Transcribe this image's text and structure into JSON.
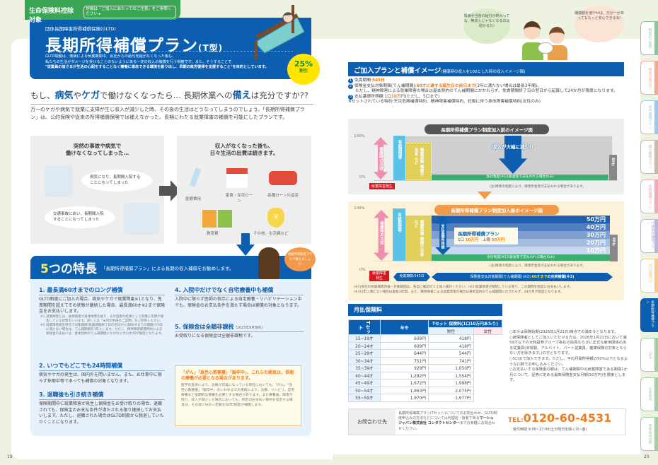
{
  "left": {
    "tag": {
      "label": "生命保険料控除対象",
      "note": "詳細は「ご加入にあたってのご注意」をご参照ください ▸"
    },
    "header": {
      "subtitle": "団体長期障害所得補償保険(GLTD)",
      "title": "長期所得補償プラン",
      "title_suffix": "(T型)",
      "desc1": "GLTD制度は、傷病による休業期間中、会社からの給与支給がなくなった後も、",
      "desc2": "私たちの生活がダメージを受けることのないようにある一定の収入の補償を行う制度です。また、そうすることで",
      "desc3": "\"従業員の皆さまが生活の心配をすることなく療養に専念できる環境を創り出し、早期の就労復帰を支援すること\"を目的としています。"
    },
    "badge": {
      "value": "25%",
      "label": "割引"
    },
    "headline": {
      "p1": "もし、",
      "k1": "病気",
      "p2": "や",
      "k2": "ケガ",
      "p3": "で働けなくなったら… 長期休業への",
      "k3": "備え",
      "p4": "は充分ですか??"
    },
    "intro": "万一のケガや病気で就業に支障が生じ収入が減少した時、その後の生活はどうなってしまうのでしょう。「長期所得補償プラン」は、公的保険や従来の所得補償保険では補えなかった、長期にわたる就業障害の補償を可能にしたプランです。",
    "box1": {
      "title1": "突然の事故や病気で",
      "title2": "働けなくなってしまった…",
      "bubble1": "病気になり、長期間入院することになってしまった",
      "bubble2": "交通事故にあい、長期間入院することになってしまった"
    },
    "box2": {
      "title1": "収入がなくなった後も、",
      "title2": "日々生活の出費は続きます。",
      "items": [
        "医療費用",
        "家賃・住宅ローン",
        "各種ローンの返済",
        "教育費",
        "その他、生活費など"
      ]
    },
    "features": {
      "big_num": "5",
      "big": "つの特長",
      "lead": "「長期所得補償プラン」による長期の収入補償をお勧めします。",
      "callout": "長期所得補償プランで備えましょう!",
      "f1": {
        "title": "1. 最長満60才までのロング補償",
        "text": "GLTD制度にご加入の場合、病気やケガで就業障害※1となり、免責期間を超えてその状態が継続した場合、最長満60才※2まで保険金をお支払いします。",
        "n1": "※1 就業障害とは、被保険者が身体障害を被り、その直接の結果として就業に支障が発生している状態をいいます。詳しくは「★印の用語のご説明」をご参照ください。",
        "n2": "※2 就業障害発生時点で対象期間(免責期間終了日の翌日から満60才までの期間)が3年に満たない場合は、てん補期間を3年とします。ただし、精神障害補償特約による保険金の支払いは、基本契約のてん補期間にかかわらず24か月が限度となります。"
      },
      "f2": {
        "title": "2. いつでもどこでも24時間補償",
        "text": "病気やケガの発生は、国内外を問いません。また、お仕事中に限らず休暇中等であっても補償の対象となります。"
      },
      "f3": {
        "title": "3. 退職後も引き続き補償",
        "text": "保険期間中に就業障害が発生し保険金をお受け取りの場合、退職されても、保険金のお支払条件が満たされる限り継続してお支払いします。ただし、退職された場合はGLTD制度から脱退していただくことになります。"
      },
      "f4": {
        "title": "4. 入院中だけでなく自宅療養中も補償",
        "text": "入院中に限らず医師の指示による自宅療養・リハビリテーション中でも、保険金のお支払条件を満たす場合は補償の対象となります。"
      },
      "f5": {
        "title": "5. 保険金は全額非課税",
        "note": "(2025年9月現在)",
        "text": "お受取りになる保険金は全額非課税です。"
      },
      "warn": {
        "title": "「がん」「急性心筋梗塞」「脳卒中」、これらの病気は、長期の療養が必要となる場合があります。",
        "text": "医学の進歩により、治療が可能になっている現在においても、「がん」「急性心筋梗塞」「脳卒中」のいわゆる三大疾病により、治療、リハビリ、自宅療養など長期的な療養を必要とする場合があります。また療養後、障害が残り、収入が減少した場合においても、所定のお支払い要件を充足する場合は、その減少分の一定額をGLTD制度が補償します。"
      }
    },
    "page_number": "19"
  },
  "right": {
    "bubble_left": "傷病手当金の給付が終わっても、無収入じゃなくなるのは助かるな!",
    "bubble_right": "補償額を増やせば、万が一があってももっと安心できるね!",
    "section": {
      "title": "ご加入プランと補償イメージ",
      "sub": "(健康時の収入を100とした時の収入イメージ図)"
    },
    "notes": {
      "n1_label": "免責期間:",
      "n1_value": "545日",
      "n2_label": "保険金支払対象期間(てん補期間):",
      "n2_value": "60才に達する誕生日の前日まで",
      "n2_rest": "(3年に満たない場合は最長3年間)。",
      "n2_detail": "ただし、精神障害による就業障害の場合は基本契約のてん補期間にかかわらず、免責期間終了日の翌日から起算して24か月が限度となります。",
      "n3_label": "支払基礎所得額:1口",
      "n3_value": "10万円",
      "n3_rest": "(ただし、5口まで)",
      "n4": "※セットされている特約:天災危険補償特約、精神障害補償特約、妊娠に伴う身体障害補償特約(女性のみ)"
    },
    "chart_before": {
      "title": "長期所得補償プラン制度加入前のイメージ図",
      "y_top": "100%",
      "y_bottom": "0%",
      "healthy": "健康時の月収",
      "paid_leave": "有給期間等",
      "insurance": "健康保険 傷病手当金 など",
      "drop": "収入が大幅に減少!!",
      "company": "会社制度(※1)(基金等で支払われる場合のみ)",
      "age60": "60才",
      "event": "就業障害発生",
      "note": "(注)障害の程度により、障害年金等が支払われる場合があります。"
    },
    "chart_after": {
      "title": "長期所得補償プラン制度加入後のイメージ図",
      "y_top": "100%",
      "y_bottom": "0%",
      "healthy": "健康時の月収",
      "paid_leave": "有給期間等",
      "insurance": "健康保険 傷病手当金 など",
      "base": "支払基礎所得額",
      "levels": [
        "50万円",
        "40万円",
        "30万円",
        "20万円",
        "10万円"
      ],
      "plan_name": "長期所得補償プラン",
      "plan_unit": "1口",
      "plan_unit_value": "10万円",
      "plan_limit": "上限",
      "plan_limit_value": "50万円",
      "company": "会社制度(※1)(基金等で支払われる場合のみ)",
      "age60": "60才",
      "note": "(注)障害の程度により、障害年金等が支払われる場合があります。",
      "event": "就業障害発生",
      "arrow1": "免責期間:545日",
      "arrow2_pre": "保険金支払対象期間(てん補期間)(※2):",
      "arrow2_hl": "60才まで",
      "arrow2_post": "の充実補償(※3)",
      "fn1": "(※1)会社の休業補償内容・対象範囲は、各自ご確認のうえ加入検討ください。(※2)就業障害が継続している限り、この期間を限度にお支払いします。",
      "fn2": "(※3)3年に満たない場合は最長3年間。また、精神障害による就業障害の場合は基本契約のてん補期間にかかわらず、24か月が限度となります。"
    },
    "premium": {
      "title": "月払保険料",
      "side": "Tセット",
      "h_age": "年令",
      "h_set": "Tセット 保険料(1口10万円あたり)",
      "h_male": "男性",
      "h_female": "女性",
      "unit": "円",
      "rows": [
        [
          "15~19才",
          "609",
          "418"
        ],
        [
          "20~24才",
          "609",
          "418"
        ],
        [
          "25~29才",
          "644",
          "544"
        ],
        [
          "30~34才",
          "751",
          "741"
        ],
        [
          "35~39才",
          "929",
          "1,050"
        ],
        [
          "40~44才",
          "1,282",
          "1,554"
        ],
        [
          "45~49才",
          "1,672",
          "1,998"
        ],
        [
          "50~54才",
          "1,863",
          "2,075"
        ],
        [
          "55~59才",
          "1,970",
          "1,977"
        ]
      ]
    },
    "rnotes": [
      "○年令は保険始期(2026年1月21日)時点での満年令となります。",
      "○被保険者としてご加入いただける方は、2026年1月21日において満59才以下の大和証券グループ各社の役員ならびに正式な雇用関係のある従業員(非常勤、アルバイト、パート従業員、健康保険の対象とならない方を除きます。)の方となります。",
      "○5口まで加入できます。ただし、平均月間所得額の50%以下となるような口数でお申し込みください。",
      "○お支払いする保険金の額は、てん補期間中の就業障害である期間1か月について、証券に定める最高保険金支払月額(50万円)を限度とします。"
    ],
    "contact": {
      "label": "お問合わせ先",
      "text_pre": "長期所得補償プラン(Tセット)についてのお問合わせ、GLTD制度申込みの方法などについては代理店・扱者である",
      "text_bold": "マーシュ ジャパン株式会社 コンタクトセンター",
      "text_post": "までお気軽にお問合わせください。",
      "tel_label": "TEL:",
      "tel": "0120-60-4531",
      "hours": "受付時間 9:00~17:00(土日祝日を除く月~金)"
    },
    "side_tabs": [
      {
        "label": "制度のご案内",
        "color": "#8cc79a"
      },
      {
        "label": "制度の選び方",
        "color": "#f3a98f"
      },
      {
        "label": "総合補償プラン",
        "color": "#9cc8ee"
      },
      {
        "label": "積立傷害プラン",
        "color": "#c9b9a6"
      },
      {
        "label": "医療補償プラン",
        "color": "#f2a9b6"
      },
      {
        "label": "介護事故補償プラン",
        "color": "#c0b3dc"
      },
      {
        "label": "所得補償プラン",
        "color": "#f6c98a"
      },
      {
        "label": "長期所得補償プラン",
        "color": "#0b5eb0",
        "active": true
      },
      {
        "label": "Q&A",
        "color": "#9fd19f"
      },
      {
        "label": "注意事項",
        "color": "#9fd19f"
      },
      {
        "label": "重要事項説明",
        "color": "#9fd19f"
      }
    ],
    "page_number": "20"
  },
  "colors": {
    "brand_blue": "#0b5eb0",
    "green": "#3aa655",
    "orange": "#ef7d1e",
    "badge_yellow": "#ffe500"
  }
}
